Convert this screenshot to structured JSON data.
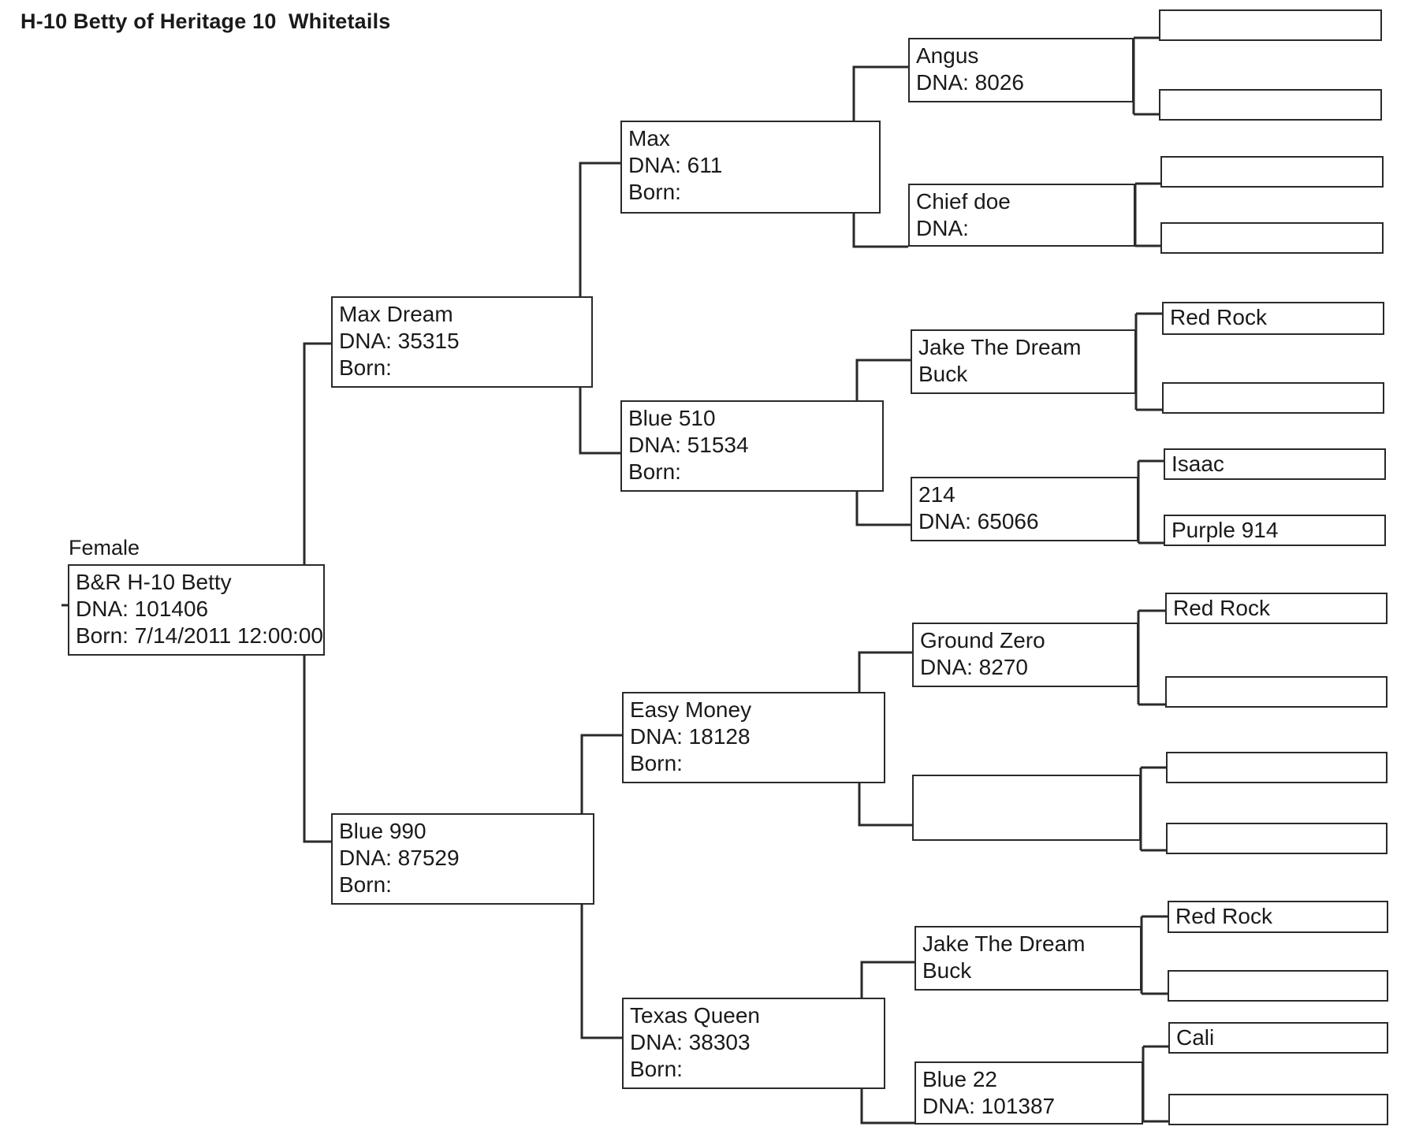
{
  "title": "H-10 Betty of Heritage 10  Whitetails",
  "subject": {
    "caption": "Female",
    "lines": [
      "B&R H-10 Betty",
      "DNA: 101406",
      "Born: 7/14/2011 12:00:00"
    ]
  },
  "gen1": {
    "sire": {
      "lines": [
        "Max Dream",
        "DNA: 35315",
        "Born:"
      ]
    },
    "dam": {
      "lines": [
        "Blue 990",
        "DNA: 87529",
        "Born:"
      ]
    }
  },
  "gen2": [
    {
      "lines": [
        "Max",
        "DNA: 611",
        "Born:"
      ]
    },
    {
      "lines": [
        "Blue 510",
        "DNA: 51534",
        "Born:"
      ]
    },
    {
      "lines": [
        "Easy Money",
        "DNA: 18128",
        "Born:"
      ]
    },
    {
      "lines": [
        "Texas Queen",
        "DNA: 38303",
        "Born:"
      ]
    }
  ],
  "gen3": [
    {
      "lines": [
        "Angus",
        "DNA: 8026"
      ]
    },
    {
      "lines": [
        "Chief doe",
        "DNA:"
      ]
    },
    {
      "lines": [
        "Jake The Dream",
        "Buck"
      ]
    },
    {
      "lines": [
        "214",
        "DNA: 65066"
      ]
    },
    {
      "lines": [
        "Ground Zero",
        "DNA: 8270"
      ]
    },
    {
      "lines": []
    },
    {
      "lines": [
        "Jake The Dream",
        "Buck"
      ]
    },
    {
      "lines": [
        "Blue 22",
        "DNA: 101387"
      ]
    }
  ],
  "gen4": [
    {
      "label": ""
    },
    {
      "label": ""
    },
    {
      "label": ""
    },
    {
      "label": ""
    },
    {
      "label": "Red Rock"
    },
    {
      "label": ""
    },
    {
      "label": "Isaac"
    },
    {
      "label": "Purple 914"
    },
    {
      "label": "Red Rock"
    },
    {
      "label": ""
    },
    {
      "label": ""
    },
    {
      "label": ""
    },
    {
      "label": "Red Rock"
    },
    {
      "label": ""
    },
    {
      "label": "Cali"
    },
    {
      "label": ""
    }
  ]
}
